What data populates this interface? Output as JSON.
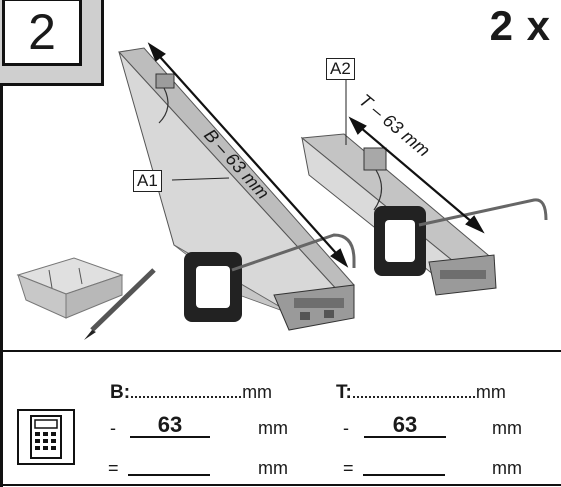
{
  "step": {
    "number": "2",
    "quantity": "2 x"
  },
  "labels": {
    "a1": "A1",
    "a2": "A2"
  },
  "dimensions": {
    "bottom": "B – 63 mm",
    "top": "T – 63 mm"
  },
  "calc": {
    "b_label": "B:",
    "t_label": "T:",
    "unit": "mm",
    "minus": "-",
    "equals": "=",
    "subtract_value": "63"
  },
  "colors": {
    "profile_fill": "#d4d4d4",
    "profile_dark": "#8a8a8a",
    "frame": "#222222",
    "step_bg": "#cfcfcf"
  },
  "icons": {
    "calculator": "calculator-icon"
  }
}
